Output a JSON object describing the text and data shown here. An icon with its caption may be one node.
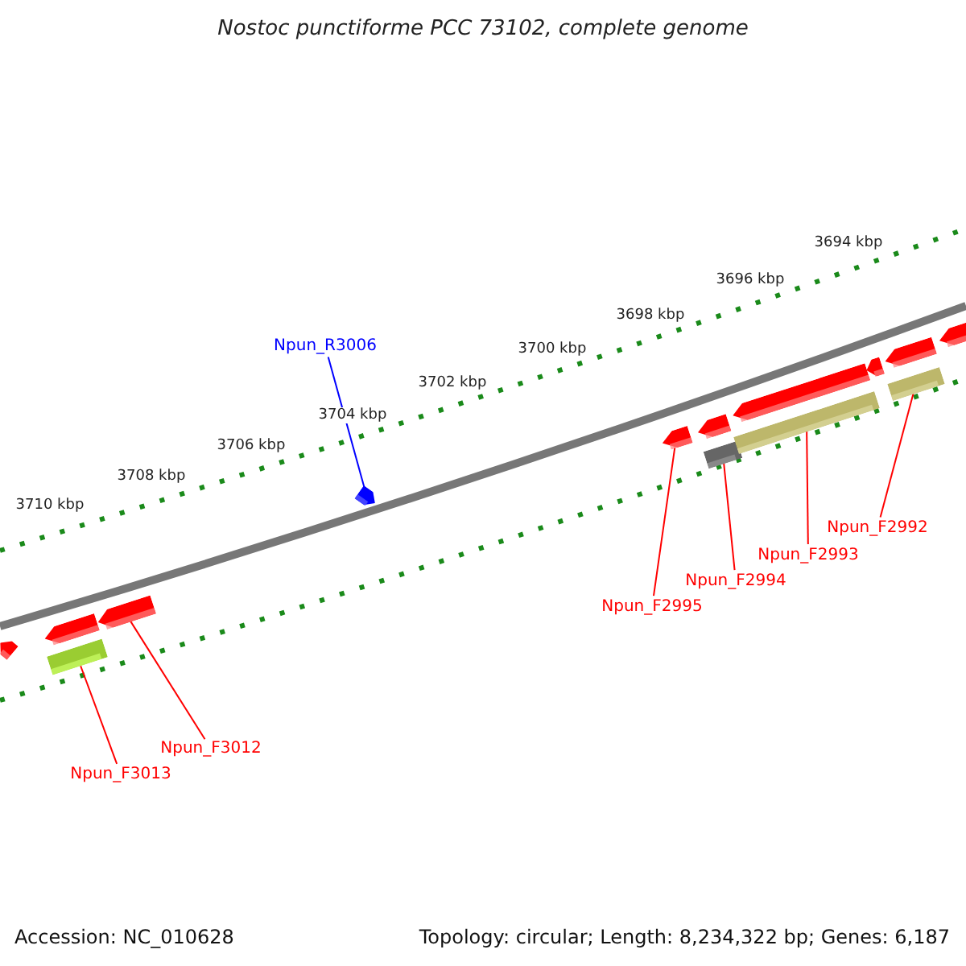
{
  "diagram": {
    "title": "Nostoc punctiforme PCC 73102, complete genome",
    "nodes": [
      {
        "text": [
          "Npun_R3006"
        ]
      },
      {
        "text": [],
        "shape": "arrow"
      },
      {
        "text": [
          "Npun_F2995"
        ]
      },
      {
        "text": [],
        "shape": "arrow"
      },
      {
        "text": [
          "Npun_F2994"
        ]
      },
      {
        "text": [],
        "shape": "bar"
      },
      {
        "text": [
          "Npun_F2993"
        ]
      },
      {
        "text": [],
        "shape": "bar"
      },
      {
        "text": [
          "Npun_F2992"
        ]
      },
      {
        "text": [],
        "shape": "bar"
      },
      {
        "text": [
          "Npun_F3012"
        ]
      },
      {
        "text": [],
        "shape": "arrow"
      },
      {
        "text": [
          "Npun_F3013"
        ]
      },
      {
        "text": [],
        "shape": "bar"
      },
      {
        "text": [],
        "shape": "arrow"
      },
      {
        "text": [],
        "shape": "arrow"
      },
      {
        "text": [],
        "shape": "arrow"
      },
      {
        "text": [],
        "shape": "arrow"
      },
      {
        "text": [],
        "shape": "arrow"
      },
      {
        "text": [],
        "shape": "arrow"
      },
      {
        "text": [],
        "shape": "arrow"
      }
    ],
    "edges": [
      {
        "from": 0,
        "to": 1,
        "arrow": "none",
        "color": "#0000ff"
      },
      {
        "from": 2,
        "to": 3,
        "arrow": "none"
      },
      {
        "from": 4,
        "to": 5,
        "arrow": "none"
      },
      {
        "from": 6,
        "to": 7,
        "arrow": "none"
      },
      {
        "from": 8,
        "to": 9,
        "arrow": "none"
      },
      {
        "from": 10,
        "to": 11,
        "arrow": "none"
      },
      {
        "from": 12,
        "to": 13,
        "arrow": "none"
      }
    ],
    "labels": [
      "3694 kbp",
      "3696 kbp",
      "3698 kbp",
      "3700 kbp",
      "3702 kbp",
      "3704 kbp",
      "3706 kbp",
      "3708 kbp",
      "3710 kbp",
      "Accession: NC_010628",
      "Topology: circular; Length: 8,234,322 bp; Genes: 6,187"
    ]
  }
}
